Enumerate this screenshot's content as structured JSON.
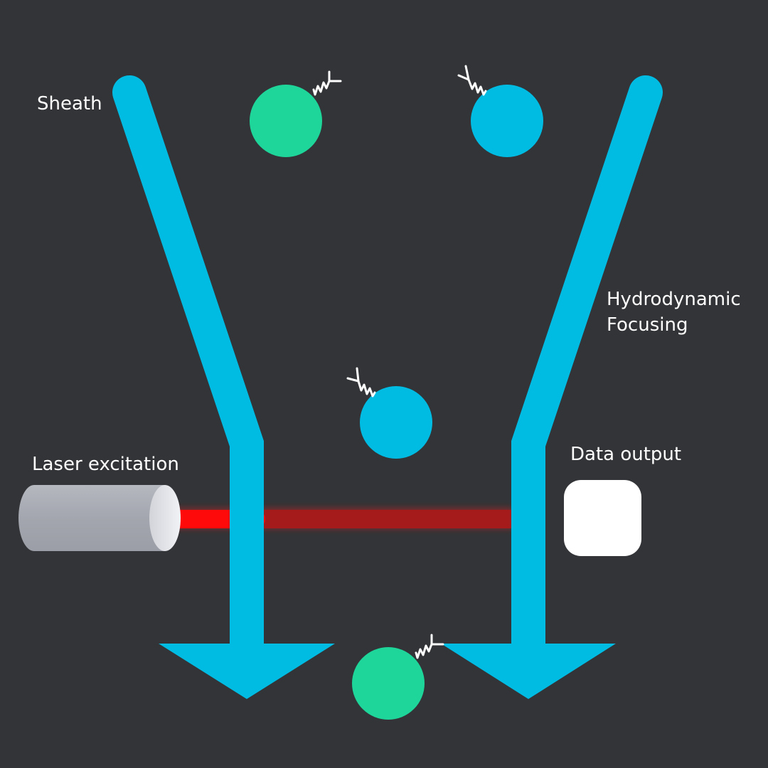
{
  "labels": {
    "sheath": "Sheath",
    "hydrodynamic_focusing": "Hydrodynamic\nFocusing",
    "laser_excitation": "Laser excitation",
    "data_output": "Data output"
  },
  "colors": {
    "background": "#333437",
    "sheath_flow": "#00BCE3",
    "cell_green": "#1FD69A",
    "cell_blue": "#00BCE3",
    "laser_beam": "#A51B1B",
    "laser_core": "#FF0A0A",
    "laser_body": "#A9ABB4",
    "detector": "#FFFFFF",
    "antibody": "#FFFFFF"
  },
  "cells": [
    {
      "id": "cell-1",
      "color": "green",
      "antibody": "right"
    },
    {
      "id": "cell-2",
      "color": "blue",
      "antibody": "left"
    },
    {
      "id": "cell-3",
      "color": "blue",
      "antibody": "left"
    },
    {
      "id": "cell-4",
      "color": "green",
      "antibody": "right"
    }
  ]
}
